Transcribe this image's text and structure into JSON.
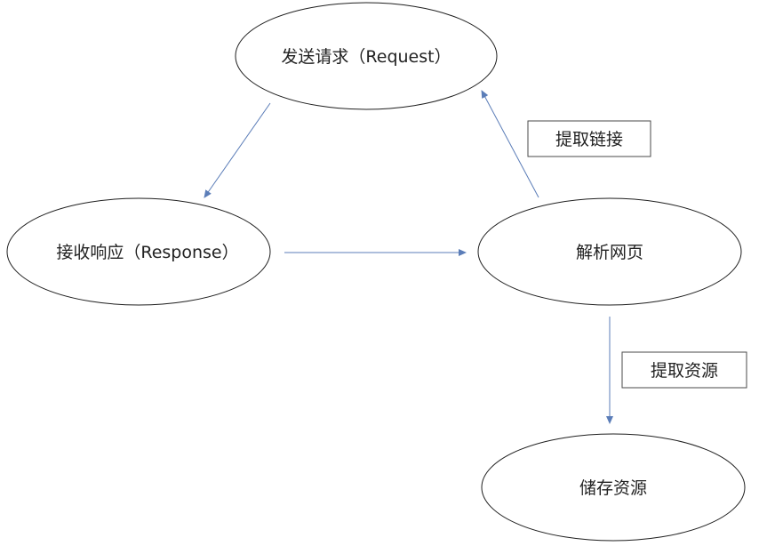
{
  "colors": {
    "background": "#ffffff",
    "node_stroke": "#1f1f1f",
    "node_fill": "#ffffff",
    "arrow": "#5b7db8",
    "label_box_stroke": "#4a4a4a",
    "text": "#222222"
  },
  "nodes": {
    "send_request": {
      "label": "发送请求（Request）"
    },
    "receive_response": {
      "label": "接收响应（Response）"
    },
    "parse_page": {
      "label": "解析网页"
    },
    "store_resources": {
      "label": "储存资源"
    }
  },
  "edge_labels": {
    "extract_links": "提取链接",
    "extract_resources": "提取资源"
  }
}
